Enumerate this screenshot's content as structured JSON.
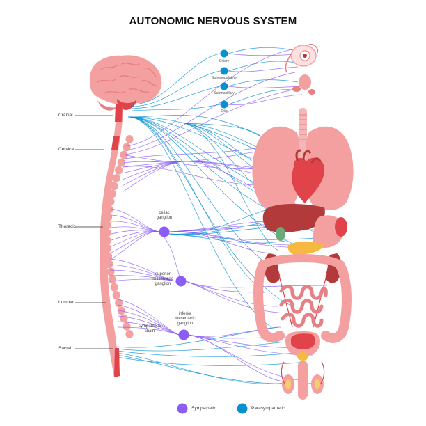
{
  "title": "AUTONOMIC NERVOUS SYSTEM",
  "regions": {
    "cranial": "Cranial",
    "cervical": "Cervical",
    "thoracic": "Thoracic",
    "lumbar": "Lumbar",
    "sacral": "Sacral"
  },
  "cranial_ganglia": {
    "ciliary": "Ciliary",
    "sphenopalatine": "Sphenopalatine",
    "submaxillary": "Submaxillary",
    "otic": "Otic"
  },
  "ganglia": {
    "celiac": [
      "celiac",
      "ganglion"
    ],
    "superior_mesenteric": [
      "superior",
      "mesenteric",
      "ganglion"
    ],
    "inferior_mesenteric": [
      "inferior",
      "mesenteric",
      "ganglion"
    ],
    "sympathetic_chain": [
      "sympathetic",
      "chain"
    ]
  },
  "legend": {
    "sympathetic": "Sympathetic",
    "parasympathetic": "Parasympathetic"
  },
  "colors": {
    "sympathetic": "#8b5cf6",
    "parasympathetic": "#0891d1",
    "organ_pink": "#f4a0a0",
    "organ_red": "#e0434a",
    "organ_dark": "#b23a3a"
  }
}
